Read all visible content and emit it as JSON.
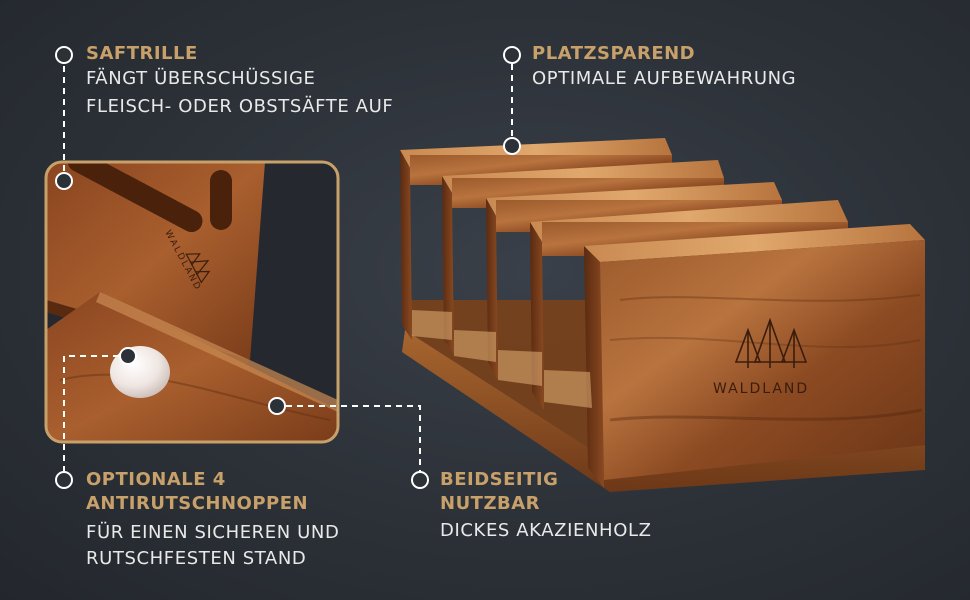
{
  "callouts": {
    "saftrille": {
      "title": "SAFTRILLE",
      "line1": "FÄNGT ÜBERSCHÜSSIGE",
      "line2": "FLEISCH- ODER OBSTSÄFTE AUF"
    },
    "platzsparend": {
      "title": "PLATZSPAREND",
      "line1": "OPTIMALE AUFBEWAHRUNG"
    },
    "antirutsch": {
      "title1": "OPTIONALE 4",
      "title2": "ANTIRUTSCHNOPPEN",
      "line1": "FÜR EINEN SICHEREN UND",
      "line2": "RUTSCHFESTEN STAND"
    },
    "beidseitig": {
      "title1": "BEIDSEITIG",
      "title2": "NUTZBAR",
      "line1": "DICKES AKAZIENHOLZ"
    }
  },
  "brand": {
    "name": "WALDLAND"
  },
  "colors": {
    "accent": "#c8a06a",
    "text": "#e9e9e9",
    "wood": "#8a4a22"
  }
}
